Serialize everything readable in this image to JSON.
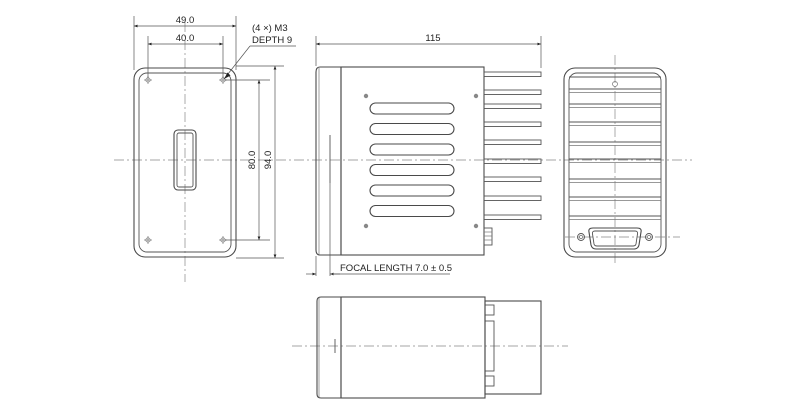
{
  "drawing": {
    "title": "Camera dimensional drawing",
    "units": "mm",
    "colors": {
      "line": "#4a4a4a",
      "center_line": "#888888",
      "text": "#222222",
      "background": "#ffffff"
    }
  },
  "front_view": {
    "dims": {
      "overall_width": "49.0",
      "hole_spacing_width": "40.0",
      "hole_spacing_height": "80.0",
      "overall_height": "94.0"
    },
    "hole_note": {
      "line1": "(4 ×) M3",
      "line2": "DEPTH 9"
    }
  },
  "side_view": {
    "dims": {
      "overall_length": "115"
    },
    "focal_length_label": "FOCAL LENGTH 7.0 ± 0.5",
    "fin_count": 9,
    "slot_count": 6
  },
  "rear_view": {
    "fin_count": 8,
    "connector": "sub-D connector"
  },
  "bottom_view": {}
}
